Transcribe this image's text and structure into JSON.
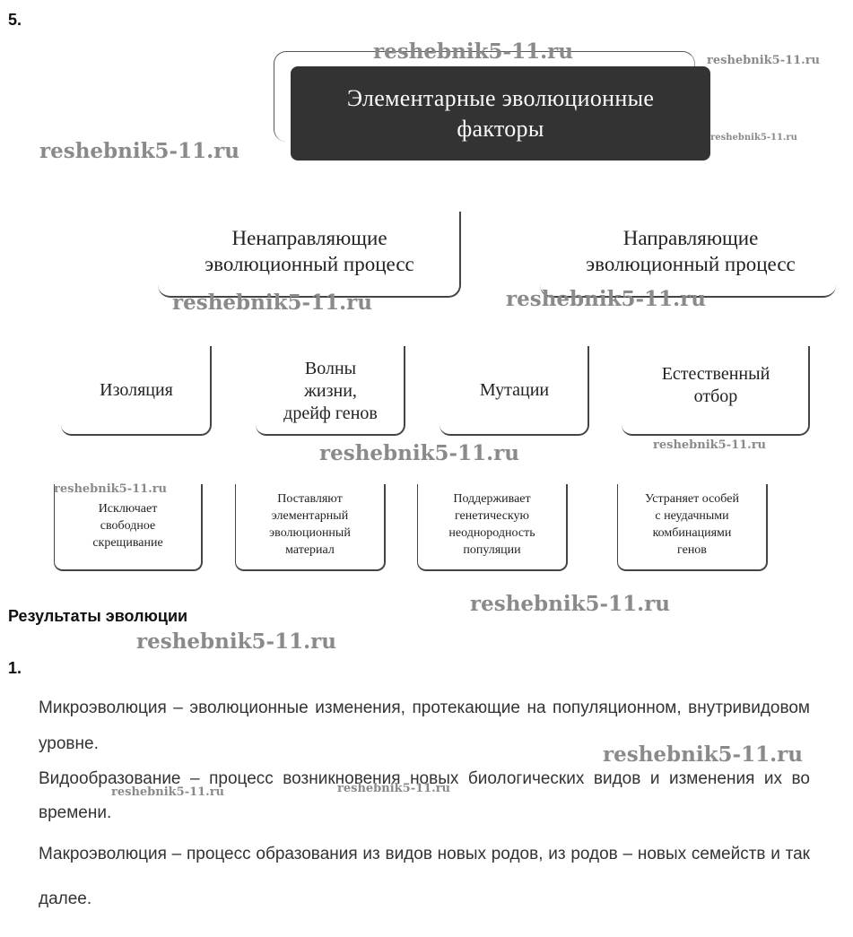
{
  "task_number": "5.",
  "diagram": {
    "root": "Элементарные эволюционные\nфакторы",
    "level2": [
      "Ненаправляющие\nэволюционный процесс",
      "Направляющие\nэволюционный процесс"
    ],
    "level3": [
      "Изоляция",
      "Волны\nжизни,\nдрейф генов",
      "Мутации",
      "Естественный\nотбор"
    ],
    "level4": [
      "Исключает\nсвободное\nскрещивание",
      "Поставляют\nэлементарный\nэволюционный\nматериал",
      "Поддерживает\nгенетическую\nнеоднородность\nпопуляции",
      "Устраняет особей\nс неудачными\nкомбинациями\nгенов"
    ]
  },
  "section_title": "Результаты эволюции",
  "item_number": "1.",
  "paragraphs": [
    "Микроэволюция – эволюционные изменения, протекающие на популяционном, внутривидовом уровне.",
    "Видообразование – процесс возникновения новых биологических видов и изменения их во времени.",
    "Макроэволюция – процесс образования из видов новых родов, из родов – новых семейств и так далее."
  ],
  "watermark": "reshebnik5-11.ru"
}
